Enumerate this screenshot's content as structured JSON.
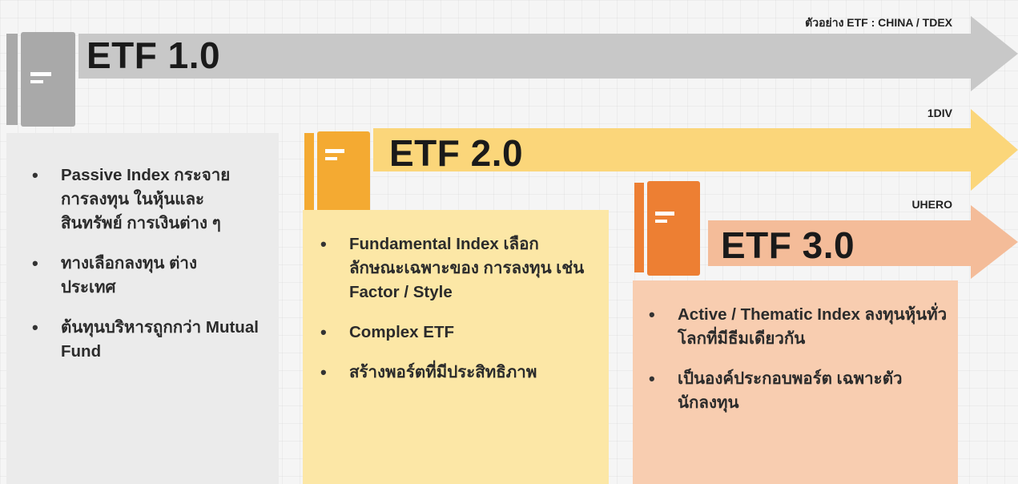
{
  "colors": {
    "gen1_arrow": "#c8c8c8",
    "gen1_icon": "#a9a9a9",
    "gen1_panel": "#ebebeb",
    "gen2_arrow": "#fbd67a",
    "gen2_icon": "#f4aa32",
    "gen2_panel": "#fce7a6",
    "gen3_arrow": "#f4bc99",
    "gen3_icon": "#ed7f33",
    "gen3_panel": "#f8cdb0"
  },
  "generations": [
    {
      "title": "ETF 1.0",
      "example": "ตัวอย่าง ETF :  CHINA / TDEX",
      "icon": "document-icon",
      "bullets": [
        "Passive Index กระจายการลงทุน ในหุ้นและสินทรัพย์ การเงินต่าง ๆ",
        "ทางเลือกลงทุน ต่างประเทศ",
        "ต้นทุนบริหารถูกกว่า Mutual Fund"
      ]
    },
    {
      "title": "ETF 2.0",
      "example": "1DIV",
      "icon": "document-icon",
      "bullets": [
        "Fundamental Index เลือกลักษณะเฉพาะของ การลงทุน เช่น Factor / Style",
        "Complex ETF",
        "สร้างพอร์ตที่มีประสิทธิภาพ"
      ]
    },
    {
      "title": "ETF 3.0",
      "example": "UHERO",
      "icon": "document-icon",
      "bullets": [
        "Active / Thematic Index ลงทุนหุ้นทั่วโลกที่มีธีมเดียวกัน",
        "เป็นองค์ประกอบพอร์ต เฉพาะตัวนักลงทุน"
      ]
    }
  ]
}
